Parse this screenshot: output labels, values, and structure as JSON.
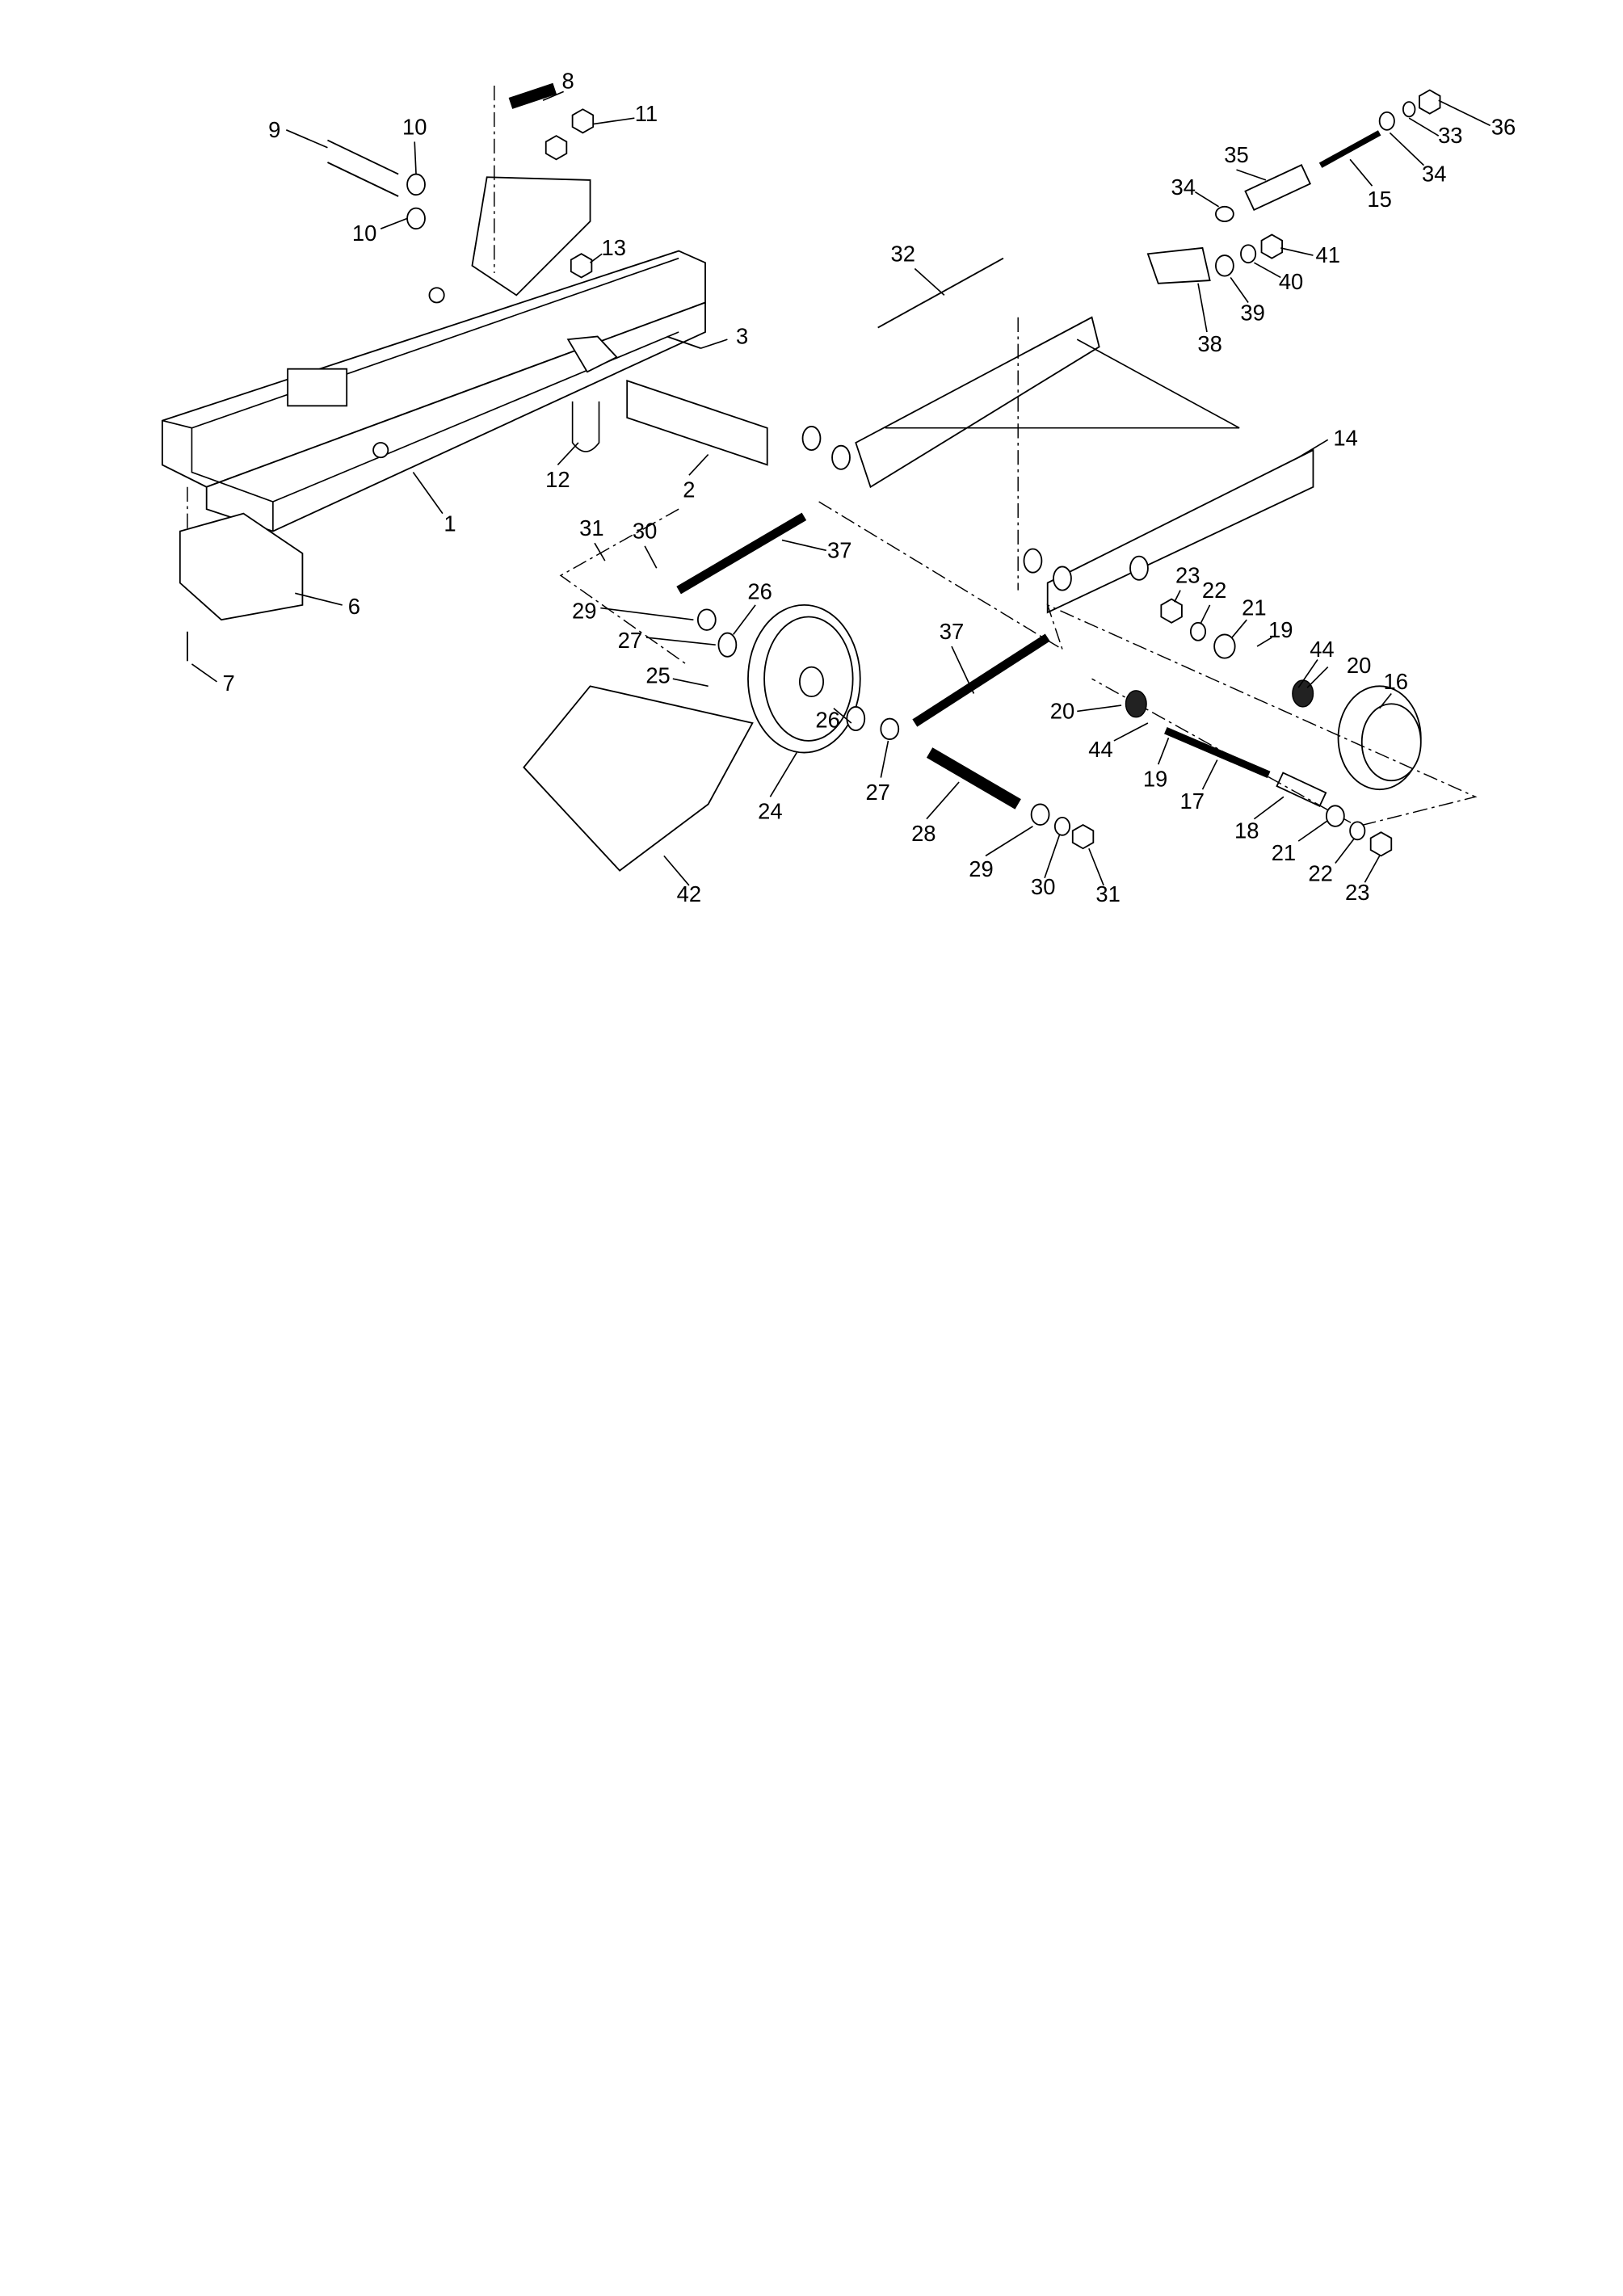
{
  "diagram": {
    "type": "exploded-parts-diagram",
    "parts": [
      "1",
      "2",
      "3",
      "6",
      "7",
      "8",
      "9",
      "10",
      "10",
      "11",
      "12",
      "13",
      "14",
      "15",
      "16",
      "17",
      "18",
      "19",
      "19",
      "20",
      "20",
      "21",
      "21",
      "22",
      "22",
      "23",
      "23",
      "24",
      "25",
      "26",
      "26",
      "27",
      "27",
      "28",
      "29",
      "29",
      "30",
      "30",
      "31",
      "31",
      "32",
      "33",
      "34",
      "34",
      "35",
      "36",
      "37",
      "37",
      "38",
      "39",
      "40",
      "41",
      "42",
      "44",
      "44"
    ]
  }
}
